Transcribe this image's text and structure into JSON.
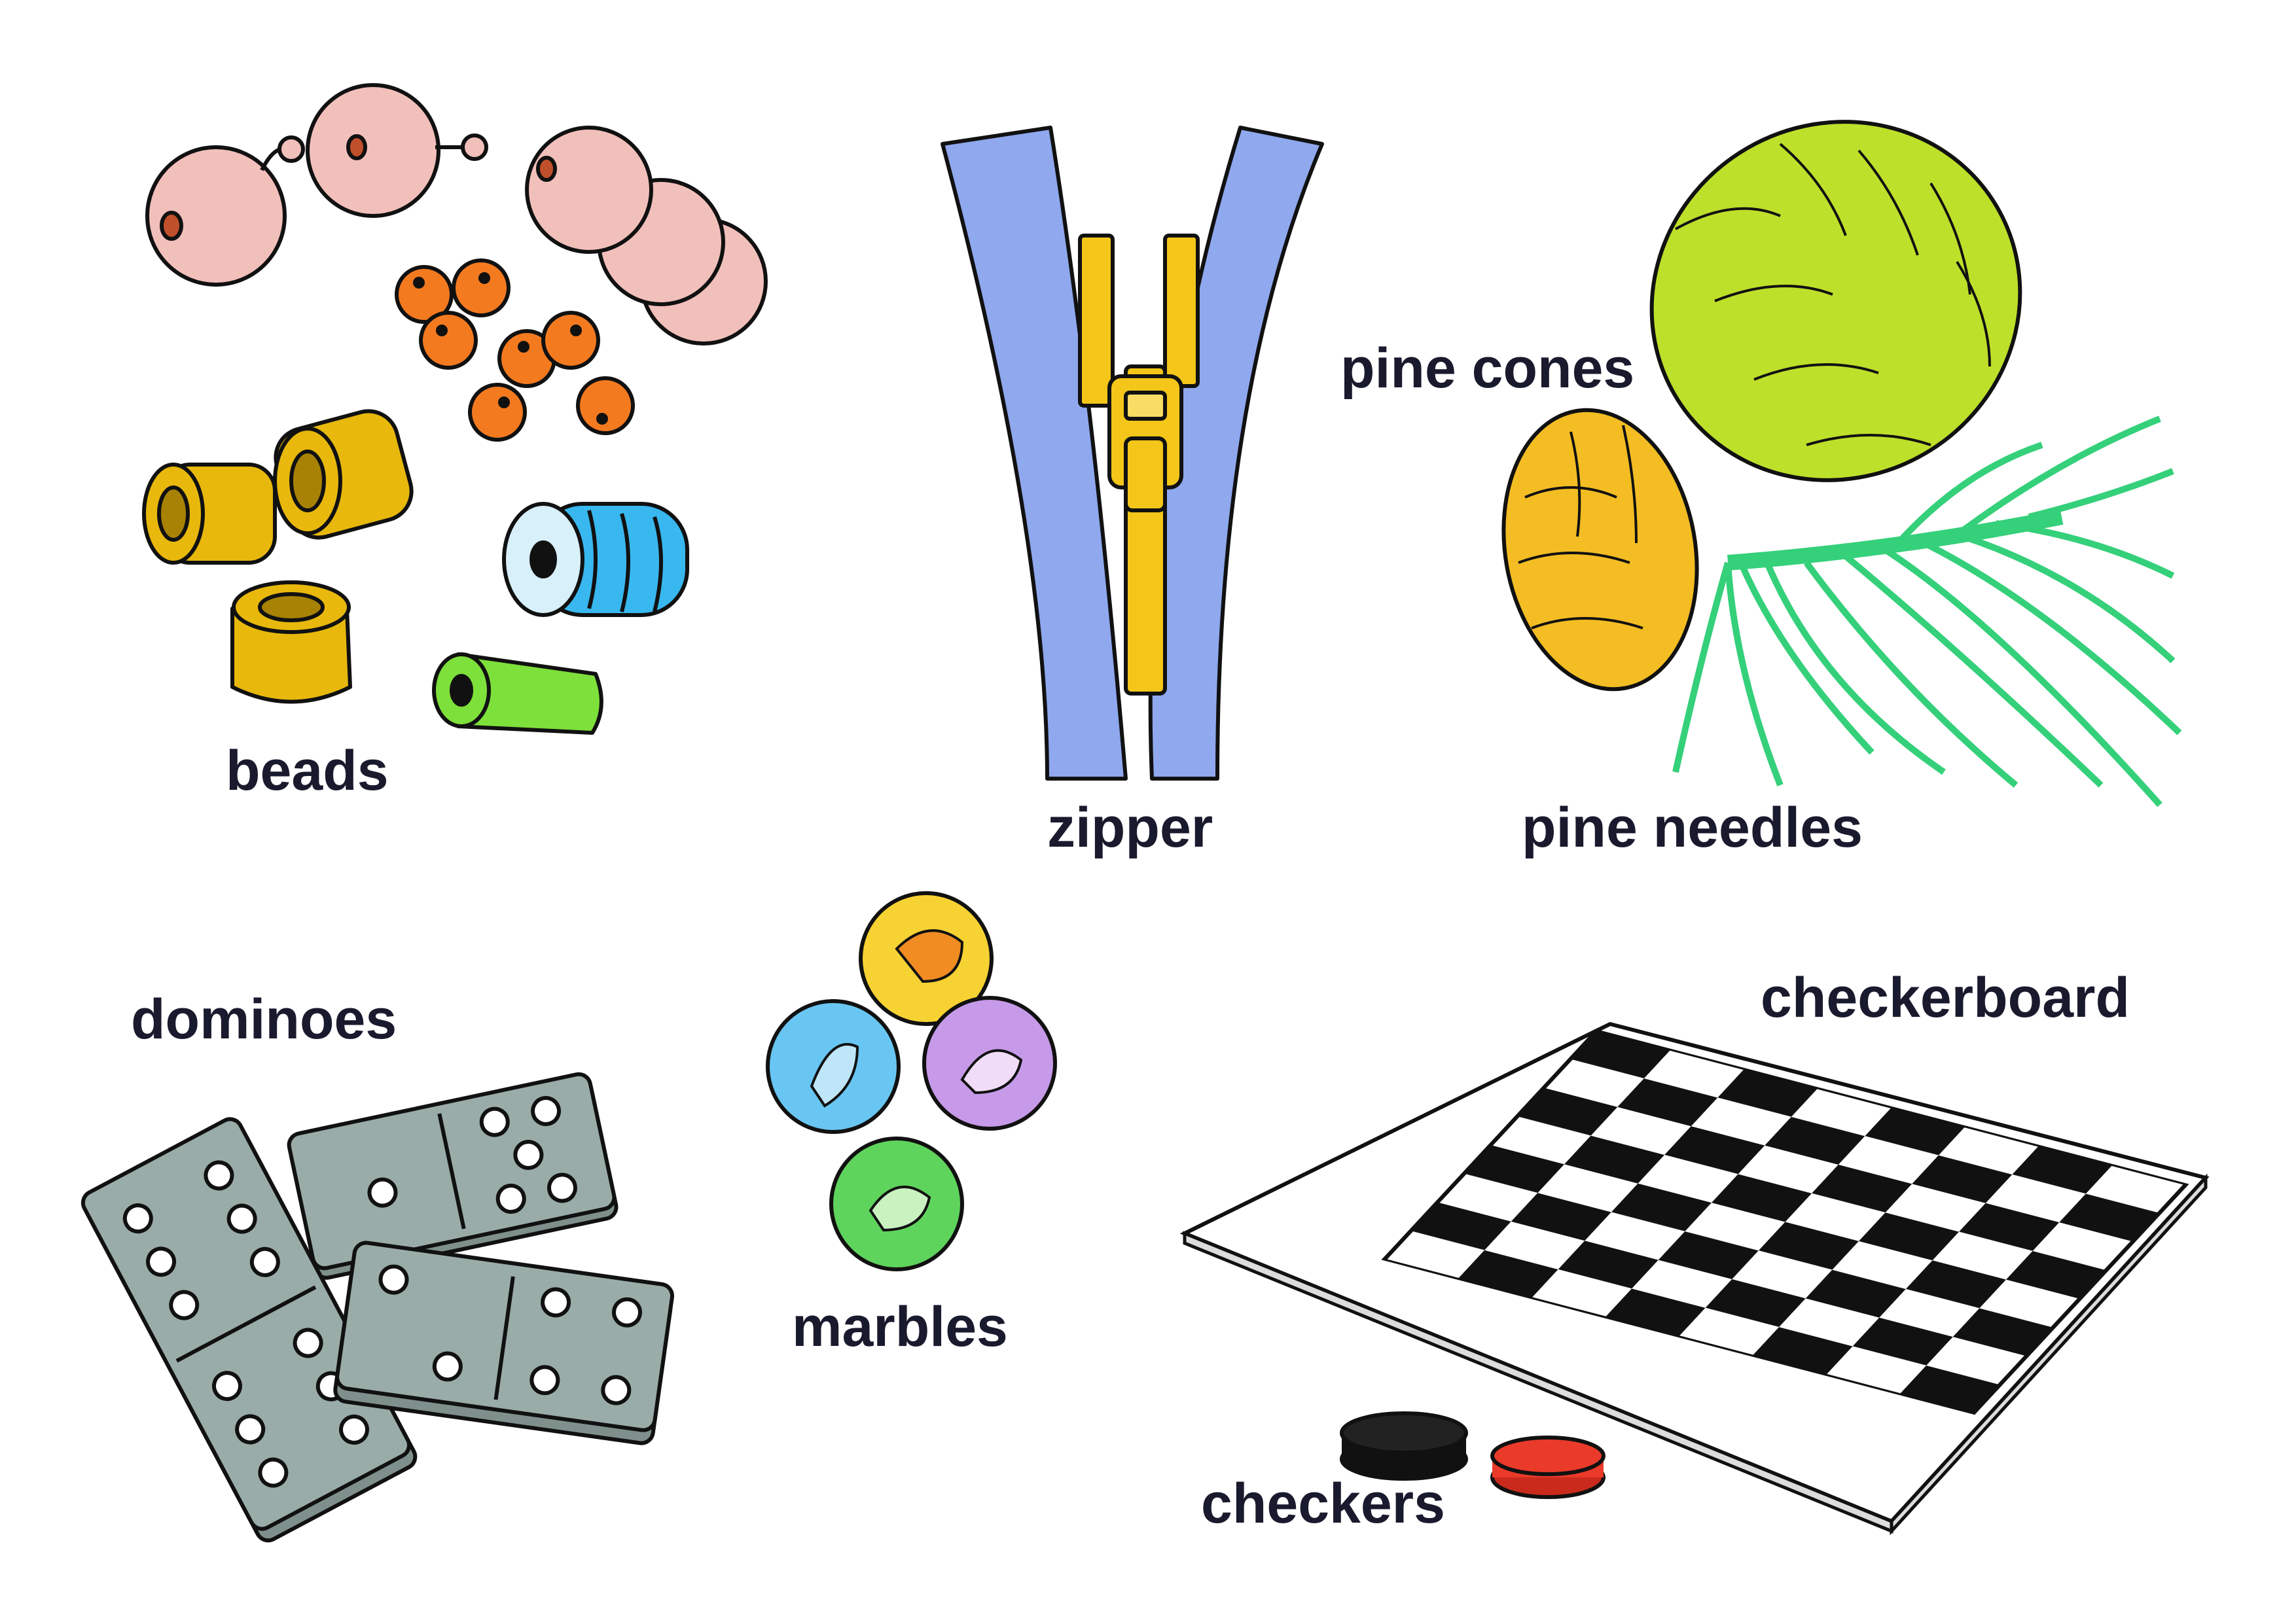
{
  "labels": {
    "beads": "beads",
    "zipper": "zipper",
    "pine_cones": "pine cones",
    "pine_needles": "pine needles",
    "dominoes": "dominoes",
    "marbles": "marbles",
    "checkerboard": "checkerboard",
    "checkers": "checkers"
  },
  "colors": {
    "outline": "#111111",
    "bead_pink": "#f2c0bb",
    "bead_orange": "#f47a20",
    "bead_gold": "#e8b80c",
    "bead_blue": "#38b8ef",
    "bead_green": "#7ee03a",
    "zipper_tape": "#8fa8ee",
    "zipper_teeth": "#f3c619",
    "pine_cone_green": "#bde02a",
    "pine_cone_gold": "#f3bd23",
    "pine_needle": "#35d07a",
    "domino_gray": "#9aaca8",
    "marble_yellow": "#f7d233",
    "marble_blue": "#69c6f2",
    "marble_purple": "#c69ae8",
    "marble_green": "#5fd45c",
    "checker_black": "#111111",
    "checker_red": "#ea3a2a"
  },
  "icons": [
    "beads",
    "zipper",
    "pine-cones",
    "pine-needles",
    "dominoes",
    "marbles",
    "checkerboard",
    "checkers"
  ]
}
